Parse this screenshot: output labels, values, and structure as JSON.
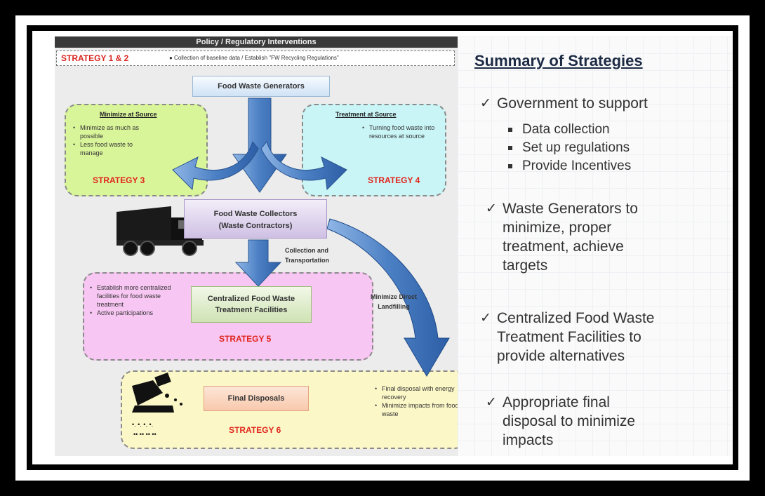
{
  "diagram": {
    "header": "Policy / Regulatory Interventions",
    "strategy_1_2": {
      "label": "STRATEGY 1 & 2",
      "description": "● Collection of baseline data / Establish \"FW Recycling Regulations\""
    },
    "generators": "Food Waste Generators",
    "minimize": {
      "title": "Minimize at Source",
      "bullets": [
        "Minimize as much as possible",
        "Less food waste to manage"
      ],
      "strategy": "STRATEGY 3"
    },
    "treatment": {
      "title": "Treatment at Source",
      "bullets": [
        "Turning food waste into resources at source"
      ],
      "strategy": "STRATEGY 4"
    },
    "collectors": {
      "line1": "Food Waste Collectors",
      "line2": "(Waste Contractors)"
    },
    "collection_label": {
      "line1": "Collection and",
      "line2": "Transportation"
    },
    "landfill_label": {
      "line1": "Minimize Direct",
      "line2": "Landfilling"
    },
    "central": {
      "line1": "Centralized Food Waste",
      "line2": "Treatment Facilities",
      "bullets": [
        "Establish more centralized facilities for food waste treatment",
        "Active participations"
      ],
      "strategy": "STRATEGY 5"
    },
    "final": {
      "box": "Final Disposals",
      "bullets": [
        "Final disposal with energy recovery",
        "Minimize impacts from food waste"
      ],
      "strategy": "STRATEGY 6"
    }
  },
  "summary": {
    "title": "Summary of Strategies",
    "items": [
      {
        "lines": [
          "Government to support"
        ],
        "subitems": [
          "Data collection",
          "Set up regulations",
          "Provide Incentives"
        ]
      },
      {
        "lines": [
          "Waste Generators to",
          "minimize, proper",
          "treatment, achieve",
          "targets"
        ]
      },
      {
        "lines": [
          "Centralized Food Waste",
          "Treatment Facilities to",
          "provide alternatives"
        ]
      },
      {
        "lines": [
          "Appropriate final",
          "disposal to minimize",
          "impacts"
        ]
      }
    ]
  },
  "colors": {
    "strategy_red": "#e0261d",
    "arrow_blue": "#3e6fb5",
    "minimize_green": "#d9f59a",
    "treatment_cyan": "#c9f5f6",
    "central_pink": "#f7c6f2",
    "final_yellow": "#fbf7c7"
  },
  "icons": [
    "truck-icon",
    "garbage-pile-icon",
    "down-arrow-icon",
    "curved-arrow-icon",
    "check-icon"
  ]
}
